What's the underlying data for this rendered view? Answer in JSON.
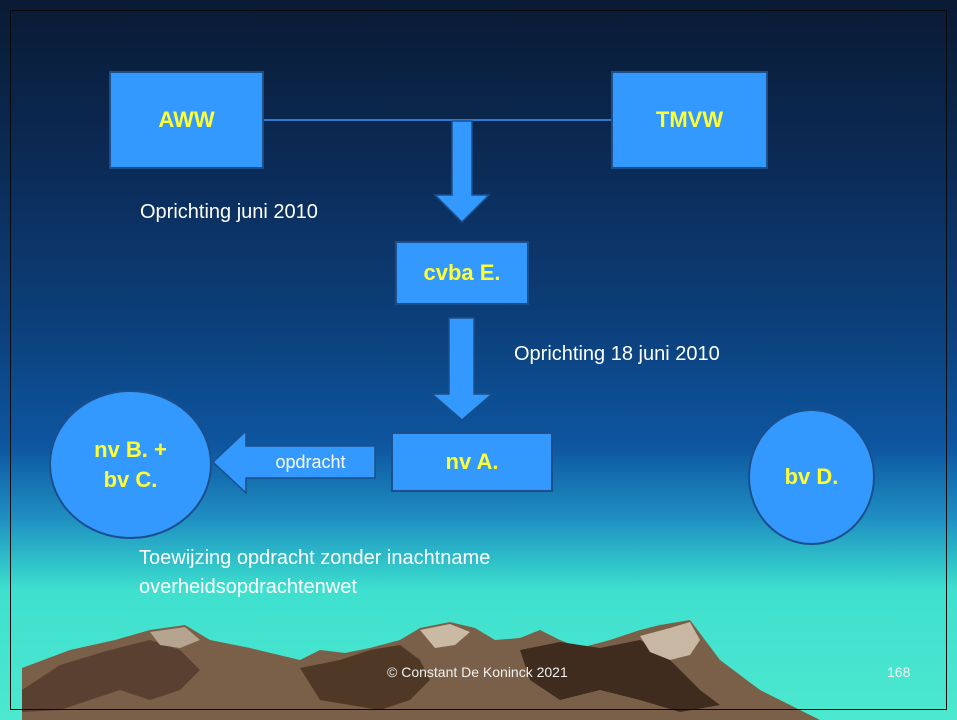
{
  "boxes": {
    "aww": "AWW",
    "tmvw": "TMVW",
    "cvba": "cvba E.",
    "nva": "nv A."
  },
  "circles": {
    "left_line1": "nv B. +",
    "left_line2": "bv C.",
    "right": "bv D."
  },
  "labels": {
    "oprichting1": "Oprichting juni 2010",
    "oprichting2": "Oprichting 18 juni 2010",
    "opdracht": "opdracht",
    "toewijzing_line1": "Toewijzing opdracht zonder inachtname",
    "toewijzing_line2": "overheidsopdrachtenwet"
  },
  "footer": {
    "copyright": "© Constant De Koninck 2021",
    "page_number": "168"
  },
  "colors": {
    "box_fill": "#3399ff",
    "box_text": "#ffff33",
    "label_text": "#ffffff"
  }
}
